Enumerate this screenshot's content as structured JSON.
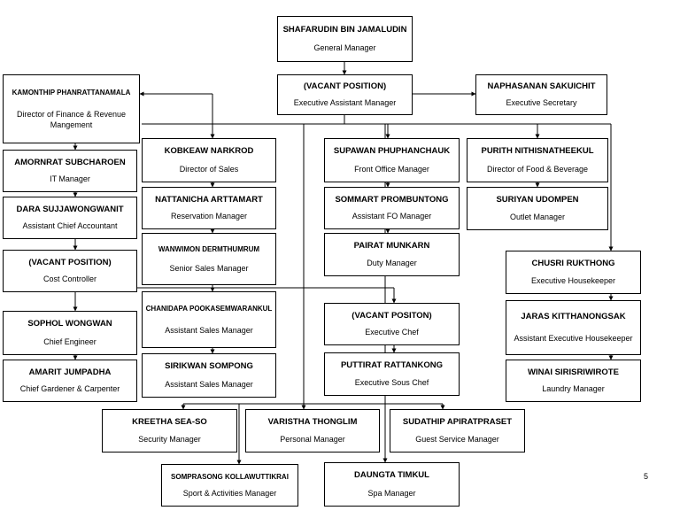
{
  "org": {
    "gm": {
      "name": "SHAFARUDIN BIN JAMALUDIN",
      "title": "General Manager"
    },
    "eam": {
      "name": "(VACANT POSITION)",
      "title": "Executive Assistant Manager"
    },
    "sec": {
      "name": "NAPHASANAN SAKUICHIT",
      "title": "Executive Secretary"
    },
    "fin": {
      "name": "KAMONTHIP PHANRATTANAMALA",
      "title": "Director of Finance & Revenue Mangement"
    },
    "it": {
      "name": "AMORNRAT SUBCHAROEN",
      "title": "IT Manager"
    },
    "aca": {
      "name": "DARA SUJJAWONGWANIT",
      "title": "Assistant Chief Accountant"
    },
    "cc": {
      "name": "(VACANT POSITION)",
      "title": "Cost Controller"
    },
    "ce": {
      "name": "SOPHOL WONGWAN",
      "title": "Chief Engineer"
    },
    "cg": {
      "name": "AMARIT JUMPADHA",
      "title": "Chief Gardener & Carpenter"
    },
    "dos": {
      "name": "KOBKEAW NARKROD",
      "title": "Director of Sales"
    },
    "res": {
      "name": "NATTANICHA ARTTAMART",
      "title": "Reservation Manager"
    },
    "ssm": {
      "name": "WANWIMON DERMTHUMRUM",
      "title": "Senior Sales Manager"
    },
    "asm1": {
      "name": "CHANIDAPA POOKASEMWARANKUL",
      "title": "Assistant Sales Manager"
    },
    "asm2": {
      "name": "SIRIKWAN SOMPONG",
      "title": "Assistant Sales Manager"
    },
    "fom": {
      "name": "SUPAWAN PHUPHANCHAUK",
      "title": "Front Office Manager"
    },
    "afo": {
      "name": "SOMMART PROMBUNTONG",
      "title": "Assistant FO Manager"
    },
    "duty": {
      "name": "PAIRAT MUNKARN",
      "title": "Duty Manager"
    },
    "chef": {
      "name": "(VACANT POSITON)",
      "title": "Executive Chef"
    },
    "sous": {
      "name": "PUTTIRAT RATTANKONG",
      "title": "Executive Sous Chef"
    },
    "fnb": {
      "name": "PURITH NITHISNATHEEKUL",
      "title": "Director of Food & Beverage"
    },
    "outlet": {
      "name": "SURIYAN UDOMPEN",
      "title": "Outlet Manager"
    },
    "hk": {
      "name": "CHUSRI RUKTHONG",
      "title": "Executive Housekeeper"
    },
    "ahk": {
      "name": "JARAS KITTHANONGSAK",
      "title": "Assistant Executive Housekeeper"
    },
    "laundry": {
      "name": "WINAI SIRISRIWIROTE",
      "title": "Laundry Manager"
    },
    "security": {
      "name": "KREETHA SEA-SO",
      "title": "Security Manager"
    },
    "personal": {
      "name": "VARISTHA THONGLIM",
      "title": "Personal Manager"
    },
    "guest": {
      "name": "SUDATHIP APIRATPRASET",
      "title": "Guest Service Manager"
    },
    "sport": {
      "name": "SOMPRASONG KOLLAWUTTIKRAI",
      "title": "Sport & Activities Manager"
    },
    "spa": {
      "name": "DAUNGTA TIMKUL",
      "title": "Spa Manager"
    }
  },
  "page_number": "5",
  "colors": {
    "line": "#000000",
    "box_border": "#000000",
    "background": "#ffffff"
  }
}
